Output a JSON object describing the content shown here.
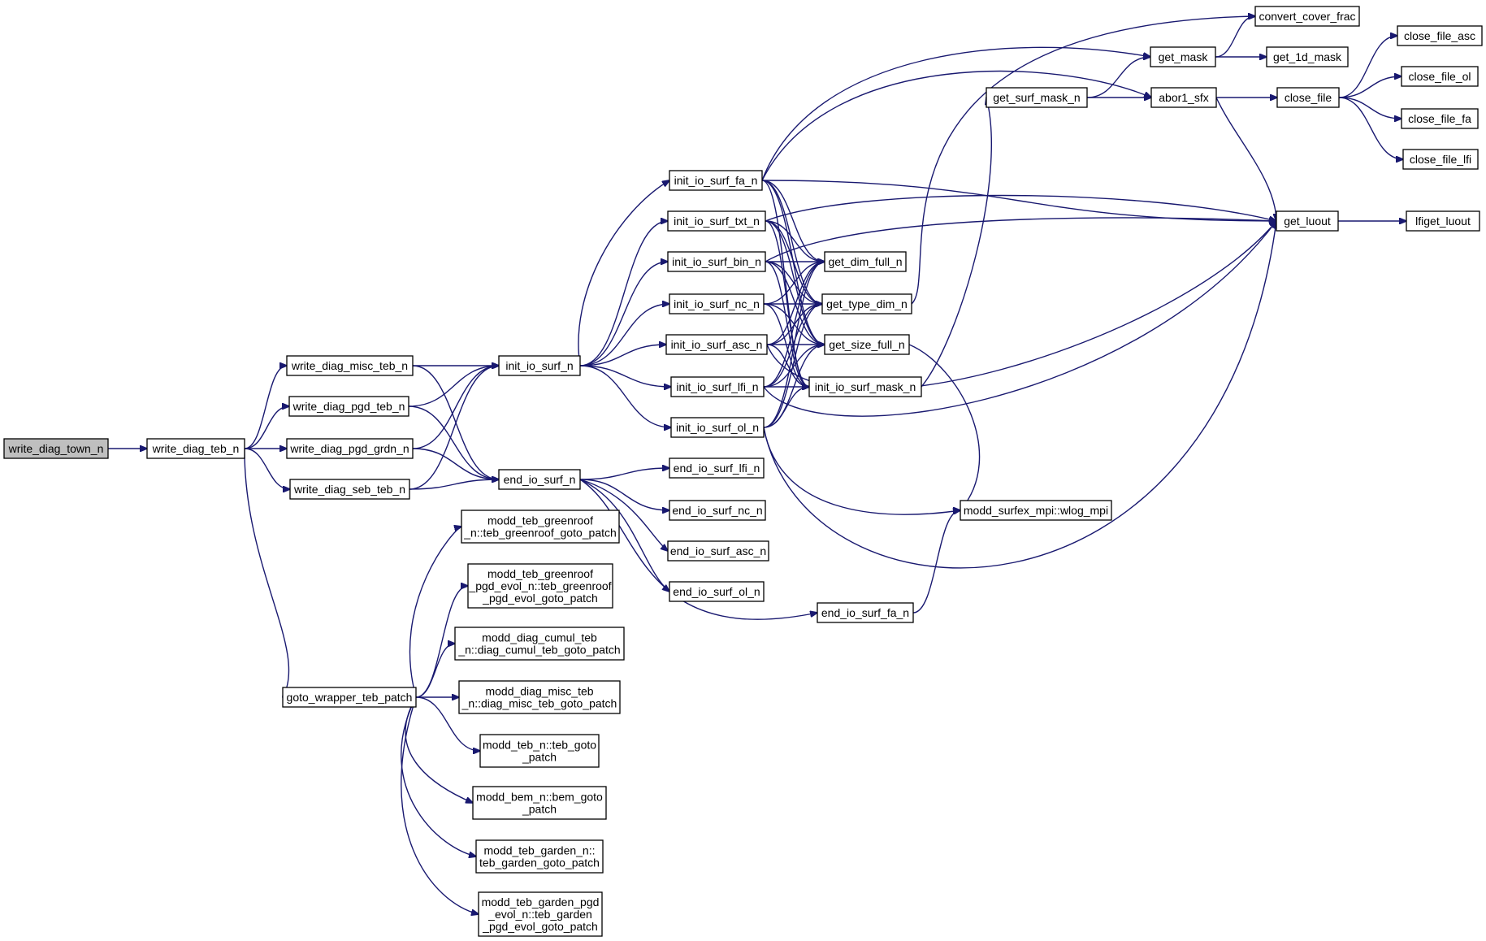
{
  "graph": {
    "root": "write_diag_town_n",
    "colors": {
      "edge": "#191970",
      "root_fill": "#bfbfbf",
      "node_fill": "#ffffff",
      "node_border": "#000000"
    },
    "nodes": [
      {
        "id": "write_diag_town_n",
        "lines": [
          "write_diag_town_n"
        ]
      },
      {
        "id": "write_diag_teb_n",
        "lines": [
          "write_diag_teb_n"
        ]
      },
      {
        "id": "write_diag_misc_teb_n",
        "lines": [
          "write_diag_misc_teb_n"
        ]
      },
      {
        "id": "write_diag_pgd_teb_n",
        "lines": [
          "write_diag_pgd_teb_n"
        ]
      },
      {
        "id": "write_diag_pgd_grdn_n",
        "lines": [
          "write_diag_pgd_grdn_n"
        ]
      },
      {
        "id": "write_diag_seb_teb_n",
        "lines": [
          "write_diag_seb_teb_n"
        ]
      },
      {
        "id": "goto_wrapper_teb_patch",
        "lines": [
          "goto_wrapper_teb_patch"
        ]
      },
      {
        "id": "init_io_surf_n",
        "lines": [
          "init_io_surf_n"
        ]
      },
      {
        "id": "end_io_surf_n",
        "lines": [
          "end_io_surf_n"
        ]
      },
      {
        "id": "teb_greenroof_goto_patch",
        "lines": [
          "modd_teb_greenroof",
          "_n::teb_greenroof_goto_patch"
        ]
      },
      {
        "id": "teb_greenroof_pgd_evol_goto_patch",
        "lines": [
          "modd_teb_greenroof",
          "_pgd_evol_n::teb_greenroof",
          "_pgd_evol_goto_patch"
        ]
      },
      {
        "id": "diag_cumul_teb_goto_patch",
        "lines": [
          "modd_diag_cumul_teb",
          "_n::diag_cumul_teb_goto_patch"
        ]
      },
      {
        "id": "diag_misc_teb_goto_patch",
        "lines": [
          "modd_diag_misc_teb",
          "_n::diag_misc_teb_goto_patch"
        ]
      },
      {
        "id": "teb_goto_patch",
        "lines": [
          "modd_teb_n::teb_goto",
          "_patch"
        ]
      },
      {
        "id": "bem_goto_patch",
        "lines": [
          "modd_bem_n::bem_goto",
          "_patch"
        ]
      },
      {
        "id": "teb_garden_goto_patch",
        "lines": [
          "modd_teb_garden_n::",
          "teb_garden_goto_patch"
        ]
      },
      {
        "id": "teb_garden_pgd_evol_goto_patch",
        "lines": [
          "modd_teb_garden_pgd",
          "_evol_n::teb_garden",
          "_pgd_evol_goto_patch"
        ]
      },
      {
        "id": "init_io_surf_fa_n",
        "lines": [
          "init_io_surf_fa_n"
        ]
      },
      {
        "id": "init_io_surf_txt_n",
        "lines": [
          "init_io_surf_txt_n"
        ]
      },
      {
        "id": "init_io_surf_bin_n",
        "lines": [
          "init_io_surf_bin_n"
        ]
      },
      {
        "id": "init_io_surf_nc_n",
        "lines": [
          "init_io_surf_nc_n"
        ]
      },
      {
        "id": "init_io_surf_asc_n",
        "lines": [
          "init_io_surf_asc_n"
        ]
      },
      {
        "id": "init_io_surf_lfi_n",
        "lines": [
          "init_io_surf_lfi_n"
        ]
      },
      {
        "id": "init_io_surf_ol_n",
        "lines": [
          "init_io_surf_ol_n"
        ]
      },
      {
        "id": "end_io_surf_lfi_n",
        "lines": [
          "end_io_surf_lfi_n"
        ]
      },
      {
        "id": "end_io_surf_nc_n",
        "lines": [
          "end_io_surf_nc_n"
        ]
      },
      {
        "id": "end_io_surf_asc_n",
        "lines": [
          "end_io_surf_asc_n"
        ]
      },
      {
        "id": "end_io_surf_ol_n",
        "lines": [
          "end_io_surf_ol_n"
        ]
      },
      {
        "id": "end_io_surf_fa_n",
        "lines": [
          "end_io_surf_fa_n"
        ]
      },
      {
        "id": "get_dim_full_n",
        "lines": [
          "get_dim_full_n"
        ]
      },
      {
        "id": "get_type_dim_n",
        "lines": [
          "get_type_dim_n"
        ]
      },
      {
        "id": "get_size_full_n",
        "lines": [
          "get_size_full_n"
        ]
      },
      {
        "id": "init_io_surf_mask_n",
        "lines": [
          "init_io_surf_mask_n"
        ]
      },
      {
        "id": "get_surf_mask_n",
        "lines": [
          "get_surf_mask_n"
        ]
      },
      {
        "id": "wlog_mpi",
        "lines": [
          "modd_surfex_mpi::wlog_mpi"
        ]
      },
      {
        "id": "convert_cover_frac",
        "lines": [
          "convert_cover_frac"
        ]
      },
      {
        "id": "get_mask",
        "lines": [
          "get_mask"
        ]
      },
      {
        "id": "get_1d_mask",
        "lines": [
          "get_1d_mask"
        ]
      },
      {
        "id": "abor1_sfx",
        "lines": [
          "abor1_sfx"
        ]
      },
      {
        "id": "close_file",
        "lines": [
          "close_file"
        ]
      },
      {
        "id": "close_file_asc",
        "lines": [
          "close_file_asc"
        ]
      },
      {
        "id": "close_file_ol",
        "lines": [
          "close_file_ol"
        ]
      },
      {
        "id": "close_file_fa",
        "lines": [
          "close_file_fa"
        ]
      },
      {
        "id": "close_file_lfi",
        "lines": [
          "close_file_lfi"
        ]
      },
      {
        "id": "get_luout",
        "lines": [
          "get_luout"
        ]
      },
      {
        "id": "lfiget_luout",
        "lines": [
          "lfiget_luout"
        ]
      }
    ],
    "edges": [
      [
        "write_diag_town_n",
        "write_diag_teb_n"
      ],
      [
        "write_diag_teb_n",
        "write_diag_misc_teb_n"
      ],
      [
        "write_diag_teb_n",
        "write_diag_pgd_teb_n"
      ],
      [
        "write_diag_teb_n",
        "write_diag_pgd_grdn_n"
      ],
      [
        "write_diag_teb_n",
        "write_diag_seb_teb_n"
      ],
      [
        "write_diag_teb_n",
        "goto_wrapper_teb_patch"
      ],
      [
        "write_diag_misc_teb_n",
        "init_io_surf_n"
      ],
      [
        "write_diag_misc_teb_n",
        "end_io_surf_n"
      ],
      [
        "write_diag_pgd_teb_n",
        "init_io_surf_n"
      ],
      [
        "write_diag_pgd_teb_n",
        "end_io_surf_n"
      ],
      [
        "write_diag_pgd_grdn_n",
        "init_io_surf_n"
      ],
      [
        "write_diag_pgd_grdn_n",
        "end_io_surf_n"
      ],
      [
        "write_diag_seb_teb_n",
        "init_io_surf_n"
      ],
      [
        "write_diag_seb_teb_n",
        "end_io_surf_n"
      ],
      [
        "goto_wrapper_teb_patch",
        "teb_greenroof_goto_patch"
      ],
      [
        "goto_wrapper_teb_patch",
        "teb_greenroof_pgd_evol_goto_patch"
      ],
      [
        "goto_wrapper_teb_patch",
        "diag_cumul_teb_goto_patch"
      ],
      [
        "goto_wrapper_teb_patch",
        "diag_misc_teb_goto_patch"
      ],
      [
        "goto_wrapper_teb_patch",
        "teb_goto_patch"
      ],
      [
        "goto_wrapper_teb_patch",
        "bem_goto_patch"
      ],
      [
        "goto_wrapper_teb_patch",
        "teb_garden_goto_patch"
      ],
      [
        "goto_wrapper_teb_patch",
        "teb_garden_pgd_evol_goto_patch"
      ],
      [
        "init_io_surf_n",
        "init_io_surf_fa_n"
      ],
      [
        "init_io_surf_n",
        "init_io_surf_txt_n"
      ],
      [
        "init_io_surf_n",
        "init_io_surf_bin_n"
      ],
      [
        "init_io_surf_n",
        "init_io_surf_nc_n"
      ],
      [
        "init_io_surf_n",
        "init_io_surf_asc_n"
      ],
      [
        "init_io_surf_n",
        "init_io_surf_lfi_n"
      ],
      [
        "init_io_surf_n",
        "init_io_surf_ol_n"
      ],
      [
        "end_io_surf_n",
        "end_io_surf_lfi_n"
      ],
      [
        "end_io_surf_n",
        "end_io_surf_nc_n"
      ],
      [
        "end_io_surf_n",
        "end_io_surf_asc_n"
      ],
      [
        "end_io_surf_n",
        "end_io_surf_ol_n"
      ],
      [
        "end_io_surf_n",
        "end_io_surf_fa_n"
      ],
      [
        "init_io_surf_fa_n",
        "get_mask"
      ],
      [
        "init_io_surf_fa_n",
        "abor1_sfx"
      ],
      [
        "init_io_surf_fa_n",
        "get_luout"
      ],
      [
        "init_io_surf_fa_n",
        "get_dim_full_n"
      ],
      [
        "init_io_surf_fa_n",
        "get_type_dim_n"
      ],
      [
        "init_io_surf_fa_n",
        "get_size_full_n"
      ],
      [
        "init_io_surf_fa_n",
        "init_io_surf_mask_n"
      ],
      [
        "init_io_surf_txt_n",
        "get_luout"
      ],
      [
        "init_io_surf_txt_n",
        "get_dim_full_n"
      ],
      [
        "init_io_surf_txt_n",
        "get_type_dim_n"
      ],
      [
        "init_io_surf_txt_n",
        "get_size_full_n"
      ],
      [
        "init_io_surf_txt_n",
        "init_io_surf_mask_n"
      ],
      [
        "init_io_surf_bin_n",
        "get_luout"
      ],
      [
        "init_io_surf_bin_n",
        "get_dim_full_n"
      ],
      [
        "init_io_surf_bin_n",
        "get_type_dim_n"
      ],
      [
        "init_io_surf_bin_n",
        "get_size_full_n"
      ],
      [
        "init_io_surf_bin_n",
        "init_io_surf_mask_n"
      ],
      [
        "init_io_surf_nc_n",
        "get_dim_full_n"
      ],
      [
        "init_io_surf_nc_n",
        "get_type_dim_n"
      ],
      [
        "init_io_surf_nc_n",
        "get_size_full_n"
      ],
      [
        "init_io_surf_nc_n",
        "init_io_surf_mask_n"
      ],
      [
        "init_io_surf_asc_n",
        "get_dim_full_n"
      ],
      [
        "init_io_surf_asc_n",
        "get_type_dim_n"
      ],
      [
        "init_io_surf_asc_n",
        "get_size_full_n"
      ],
      [
        "init_io_surf_asc_n",
        "init_io_surf_mask_n"
      ],
      [
        "init_io_surf_asc_n",
        "get_luout"
      ],
      [
        "init_io_surf_lfi_n",
        "get_dim_full_n"
      ],
      [
        "init_io_surf_lfi_n",
        "get_type_dim_n"
      ],
      [
        "init_io_surf_lfi_n",
        "get_size_full_n"
      ],
      [
        "init_io_surf_lfi_n",
        "init_io_surf_mask_n"
      ],
      [
        "init_io_surf_lfi_n",
        "get_luout"
      ],
      [
        "init_io_surf_ol_n",
        "get_dim_full_n"
      ],
      [
        "init_io_surf_ol_n",
        "get_type_dim_n"
      ],
      [
        "init_io_surf_ol_n",
        "get_size_full_n"
      ],
      [
        "init_io_surf_ol_n",
        "init_io_surf_mask_n"
      ],
      [
        "init_io_surf_ol_n",
        "wlog_mpi"
      ],
      [
        "init_io_surf_ol_n",
        "get_luout"
      ],
      [
        "get_type_dim_n",
        "convert_cover_frac"
      ],
      [
        "get_size_full_n",
        "wlog_mpi"
      ],
      [
        "init_io_surf_mask_n",
        "get_surf_mask_n"
      ],
      [
        "get_surf_mask_n",
        "get_mask"
      ],
      [
        "get_surf_mask_n",
        "abor1_sfx"
      ],
      [
        "end_io_surf_fa_n",
        "wlog_mpi"
      ],
      [
        "get_mask",
        "convert_cover_frac"
      ],
      [
        "get_mask",
        "get_1d_mask"
      ],
      [
        "abor1_sfx",
        "close_file"
      ],
      [
        "abor1_sfx",
        "get_luout"
      ],
      [
        "close_file",
        "close_file_asc"
      ],
      [
        "close_file",
        "close_file_ol"
      ],
      [
        "close_file",
        "close_file_fa"
      ],
      [
        "close_file",
        "close_file_lfi"
      ],
      [
        "get_luout",
        "lfiget_luout"
      ]
    ]
  }
}
